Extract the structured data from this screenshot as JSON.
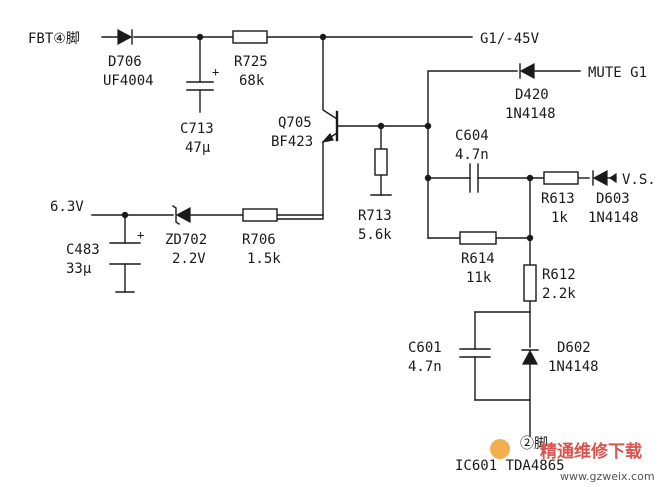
{
  "nets": {
    "fbt": "FBT④脚",
    "g1": "G1/-45V",
    "mute": "MUTE G1",
    "vs": "V.S.",
    "v63": "6.3V",
    "ic_pin": "②脚",
    "ic_name": "IC601 TDA4865"
  },
  "components": {
    "d706": {
      "ref": "D706",
      "value": "UF4004"
    },
    "r725": {
      "ref": "R725",
      "value": "68k"
    },
    "c713": {
      "ref": "C713",
      "value": "47μ"
    },
    "q705": {
      "ref": "Q705",
      "value": "BF423"
    },
    "r713": {
      "ref": "R713",
      "value": "5.6k"
    },
    "d420": {
      "ref": "D420",
      "value": "1N4148"
    },
    "c604": {
      "ref": "C604",
      "value": "4.7n"
    },
    "r613": {
      "ref": "R613",
      "value": "1k"
    },
    "d603": {
      "ref": "D603",
      "value": "1N4148"
    },
    "r614": {
      "ref": "R614",
      "value": "11k"
    },
    "r612": {
      "ref": "R612",
      "value": "2.2k"
    },
    "c601": {
      "ref": "C601",
      "value": "4.7n"
    },
    "d602": {
      "ref": "D602",
      "value": "1N4148"
    },
    "c483": {
      "ref": "C483",
      "value": "33μ"
    },
    "zd702": {
      "ref": "ZD702",
      "value": "2.2V"
    },
    "r706": {
      "ref": "R706",
      "value": "1.5k"
    }
  },
  "polarity": {
    "plus": "+"
  },
  "watermark": {
    "title": "精通维修下载",
    "url": "www.gzweix.com"
  }
}
